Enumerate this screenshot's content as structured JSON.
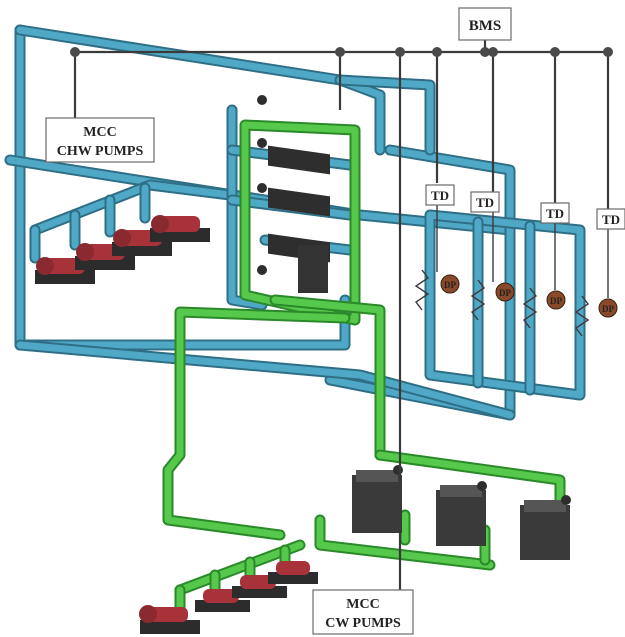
{
  "labels": {
    "bms": "BMS",
    "mcc_chw_line1": "MCC",
    "mcc_chw_line2": "CHW PUMPS",
    "mcc_cw_line1": "MCC",
    "mcc_cw_line2": "CW PUMPS",
    "td": "TD",
    "dp": "DP"
  },
  "colors": {
    "chilled_water_pipe": "#4fa9c6",
    "condenser_water_pipe": "#56c84b",
    "pump_motor": "#a8323a",
    "chiller_body": "#3a3a3a",
    "dp_sensor": "#8a4a2a"
  }
}
